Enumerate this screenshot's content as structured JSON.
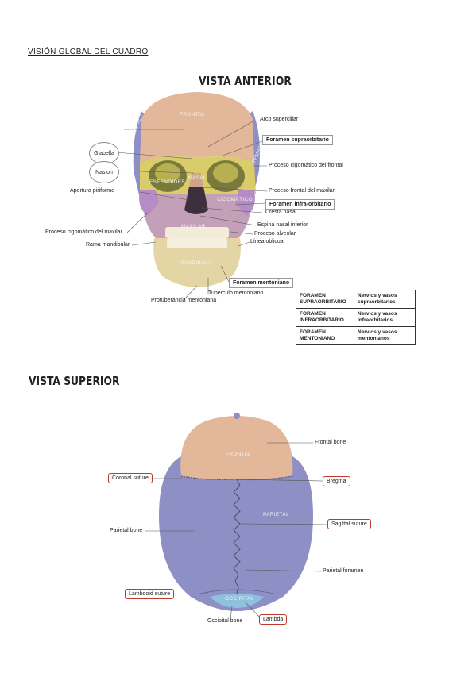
{
  "header": {
    "title": "VISIÓN GLOBAL DEL CUADRO"
  },
  "anterior": {
    "title": "VISTA ANTERIOR",
    "bone_labels": {
      "frontal": "FRONTAL",
      "parietal": "PARIETAL",
      "temporal": "TEMPORAL",
      "esfenoides": "ESFENOIDES",
      "nasal": "NASAL",
      "cigomatico": "CIGOMÁTICO",
      "maxilar": "MAXILAR",
      "mandibula": "MANDÍBULA"
    },
    "left_labels": {
      "glabella": "Glabella",
      "nasion": "Nasion",
      "apertura": "Apertura piriforme",
      "proceso_cig_max": "Proceso cigomático del maxilar",
      "rama": "Rama mandibular"
    },
    "right_labels": {
      "arco": "Arco superciliar",
      "foramen_supra": "Foramen supraorbitario",
      "proceso_cig_frontal": "Proceso cigomático del frontal",
      "proceso_frontal_max": "Proceso frontal del maxilar",
      "foramen_infra": "Foramen infra-orbitario",
      "cresta": "Cresta nasal",
      "espina": "Espina nasal inferior",
      "proceso_alveolar": "Proceso alveolar",
      "linea": "Línea oblicua",
      "foramen_mento": "Foramen mentoniano",
      "tuberculo": "Tubérculo mentoniano",
      "protuberancia": "Protuberancia mentoniana"
    },
    "table": [
      {
        "name": "FORAMEN SUPRAORBITARIO",
        "desc": "Nervios y vasos supraorbitarios"
      },
      {
        "name": "FORAMEN INFRAORBITARIO",
        "desc": "Nervios y vasos infraorbitarios"
      },
      {
        "name": "FORAMEN MENTONIANO",
        "desc": "Nervios y vasos mentonianos"
      }
    ]
  },
  "superior": {
    "title": "VISTA SUPERIOR",
    "bone_labels": {
      "frontal": "FRONTAL",
      "parietal": "PARIETAL",
      "occipital": "OCCIPITAL"
    },
    "labels": {
      "frontal_bone": "Frontal bone",
      "coronal": "Coronal suture",
      "bregma": "Bregma",
      "parietal_bone": "Parietal bone",
      "sagittal": "Sagittal suture",
      "parietal_foramen": "Parietal foramen",
      "lambdoid": "Lambdoid suture",
      "occipital_bone": "Occipital bone",
      "lambda": "Lambda"
    }
  },
  "colors": {
    "frontal": "#e3b79a",
    "parietal": "#8e8fc4",
    "maxilar": "#c4a0b8",
    "mandible": "#e3d6a4",
    "occipital": "#8fc0df",
    "sphenoid": "#d9cc6a",
    "accent_red": "#c0392b"
  }
}
